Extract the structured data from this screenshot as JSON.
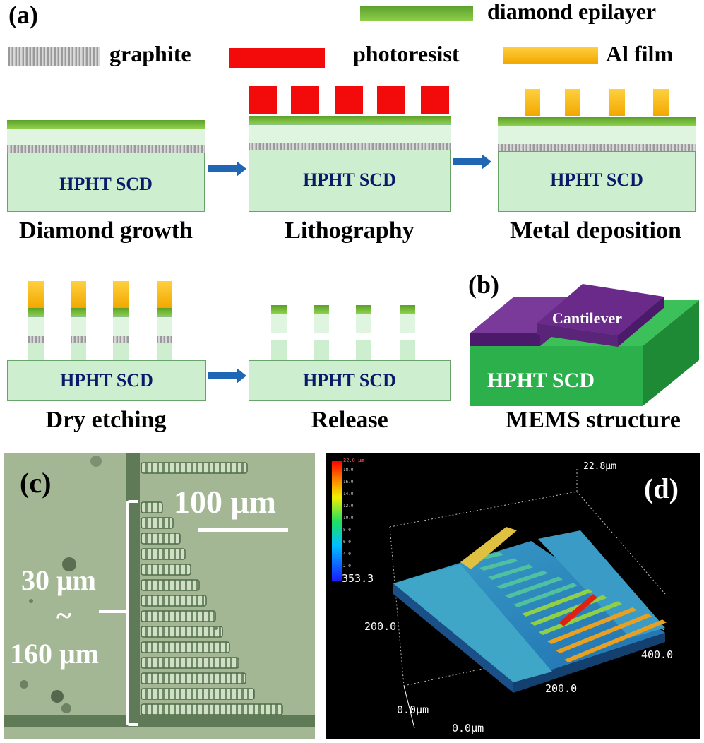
{
  "panel_a": {
    "tag": "(a)",
    "legend": {
      "diamond_epilayer": "diamond epilayer",
      "graphite": "graphite",
      "photoresist": "photoresist",
      "al_film": "Al film"
    },
    "substrate_label": "HPHT SCD",
    "steps": [
      "Diamond growth",
      "Lithography",
      "Metal deposition",
      "Dry etching",
      "Release"
    ]
  },
  "panel_b": {
    "tag": "(b)",
    "cantilever": "Cantilever",
    "substrate": "HPHT SCD",
    "caption": "MEMS structure"
  },
  "panel_c": {
    "tag": "(c)",
    "scale_bar": "100 μm",
    "range_top": "30 μm",
    "range_mid": "~",
    "range_bottom": "160  μm"
  },
  "panel_d": {
    "tag": "(d)",
    "z_max": "22.8μm",
    "colorbar_top": "22.0 μm",
    "colorbar_ticks": [
      "18.0",
      "16.0",
      "14.0",
      "12.0",
      "10.0",
      "8.0",
      "6.0",
      "4.0",
      "2.0"
    ],
    "colorbar_bottom": "353.3",
    "y_mid": "200.0",
    "y_origin": "0.0μm",
    "x_origin": "0.0μm",
    "x_mid": "200.0",
    "x_end": "400.0"
  },
  "colors": {
    "epilayer": "#6fb836",
    "photoresist": "#f30a0a",
    "al_film": "#f5b400",
    "substrate": "#cdeecf",
    "arrow": "#1f66b5",
    "mems_top": "#6a2a8a",
    "mems_base": "#2aa84a"
  }
}
